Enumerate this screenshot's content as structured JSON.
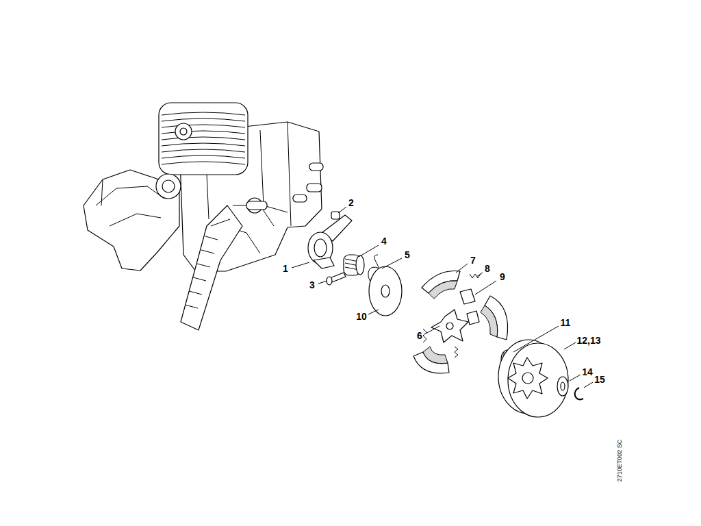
{
  "diagram": {
    "labels": [
      "2",
      "4",
      "5",
      "7",
      "8",
      "9",
      "1",
      "3",
      "10",
      "6",
      "11",
      "12,13",
      "14",
      "15",
      "2710ET002 SC"
    ]
  }
}
